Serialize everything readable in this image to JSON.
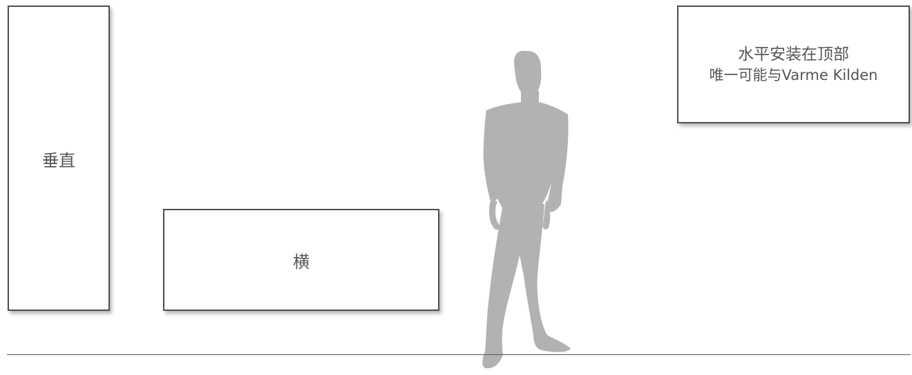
{
  "panels": {
    "vertical": {
      "label": "垂直"
    },
    "horizontal": {
      "label": "横"
    },
    "top": {
      "line1": "水平安装在顶部",
      "line2": "唯一可能与Varme Kilden"
    }
  },
  "colors": {
    "border": "#4d4d4d",
    "text": "#555555",
    "silhouette": "#b3b1b2",
    "floor": "#555555"
  },
  "icons": {
    "person": "person-silhouette-icon"
  }
}
